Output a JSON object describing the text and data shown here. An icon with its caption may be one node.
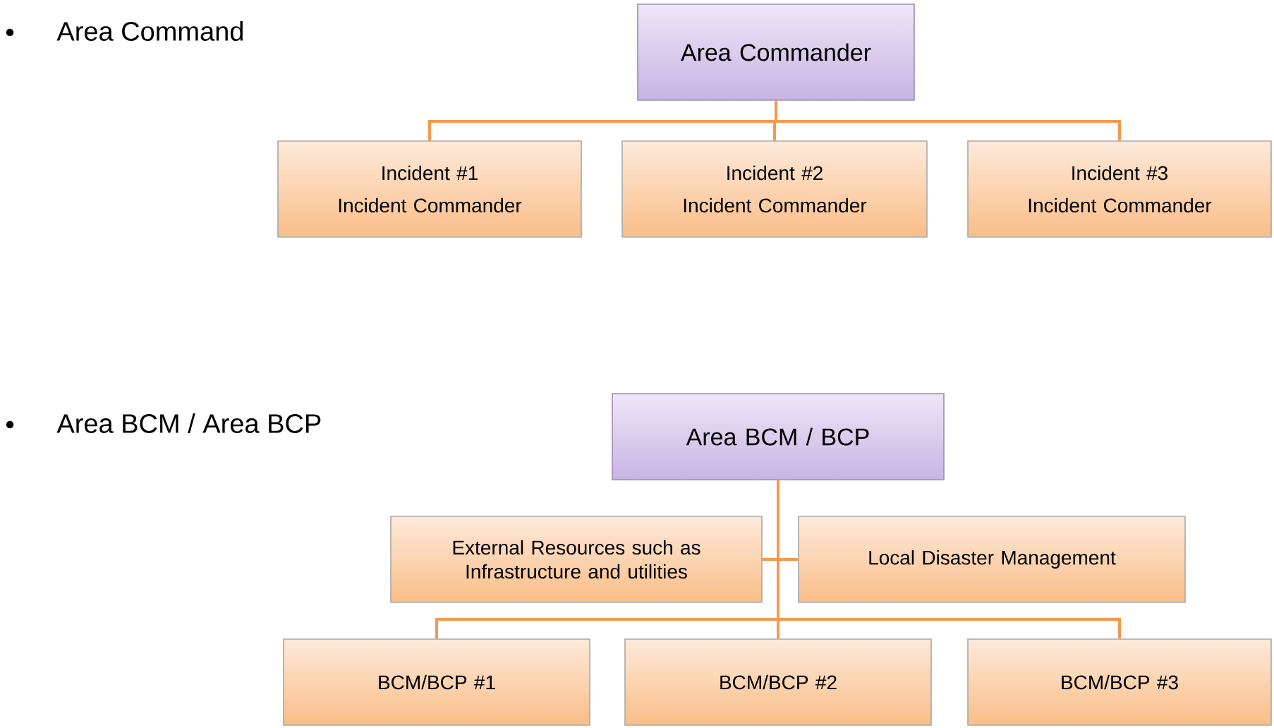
{
  "diagram": {
    "nodes": [
      {
        "text": [
          "Area Commander"
        ]
      },
      {
        "text": [
          "Incident #1",
          "Incident Commander"
        ]
      },
      {
        "text": [
          "Incident #2",
          "Incident Commander"
        ]
      },
      {
        "text": [
          "Incident #3",
          "Incident Commander"
        ]
      },
      {
        "text": [
          "Area BCM / BCP"
        ]
      },
      {
        "text": [
          "External Resources such as Infrastructure and utilities"
        ]
      },
      {
        "text": [
          "Local Disaster Management"
        ]
      },
      {
        "text": [
          "BCM/BCP #1"
        ]
      },
      {
        "text": [
          "BCM/BCP #2"
        ]
      },
      {
        "text": [
          "BCM/BCP #3"
        ]
      }
    ],
    "edges": [
      {
        "from": 0,
        "to": 1,
        "arrow": "none"
      },
      {
        "from": 0,
        "to": 2,
        "arrow": "none"
      },
      {
        "from": 0,
        "to": 3,
        "arrow": "none"
      },
      {
        "from": 4,
        "to": 5,
        "arrow": "none"
      },
      {
        "from": 4,
        "to": 6,
        "arrow": "none"
      },
      {
        "from": 4,
        "to": 7,
        "arrow": "none"
      },
      {
        "from": 4,
        "to": 8,
        "arrow": "none"
      },
      {
        "from": 4,
        "to": 9,
        "arrow": "none"
      }
    ],
    "labels": [
      "Area Command",
      "Area BCM / Area BCP"
    ]
  }
}
